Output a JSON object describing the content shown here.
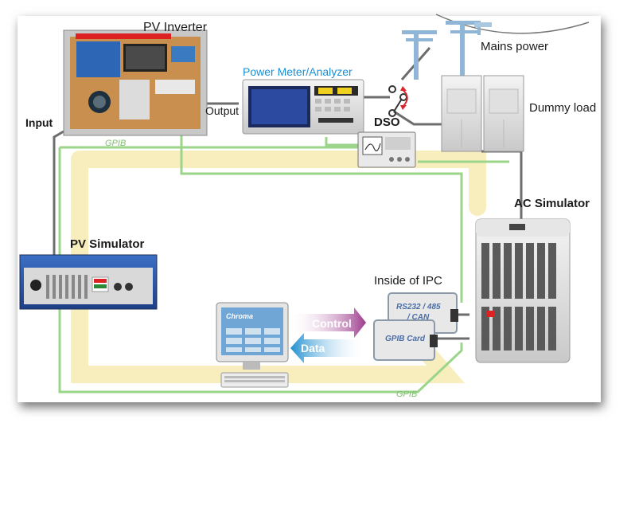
{
  "labels": {
    "pv_inverter": "PV Inverter",
    "power_meter": "Power Meter/Analyzer",
    "mains_power": "Mains power",
    "dummy_load": "Dummy load",
    "input": "Input",
    "output": "Output",
    "dso": "DSO",
    "ac_simulator": "AC Simulator",
    "pv_simulator": "PV Simulator",
    "inside_ipc": "Inside of IPC",
    "gpib_top": "GPIB",
    "gpib_bottom": "GPIB",
    "control": "Control",
    "data": "Data",
    "rs232": "RS232 / 485",
    "can": "/ CAN",
    "gpib_card": "GPIB Card",
    "chroma": "Chroma"
  },
  "colors": {
    "gpib_line": "#9bd58a",
    "cable": "#6d6d6d",
    "highlight": "#f6e7a6",
    "control_arrow": "#b04a9a",
    "data_arrow": "#2f9fd0",
    "title_blue": "#1a8fd6"
  }
}
